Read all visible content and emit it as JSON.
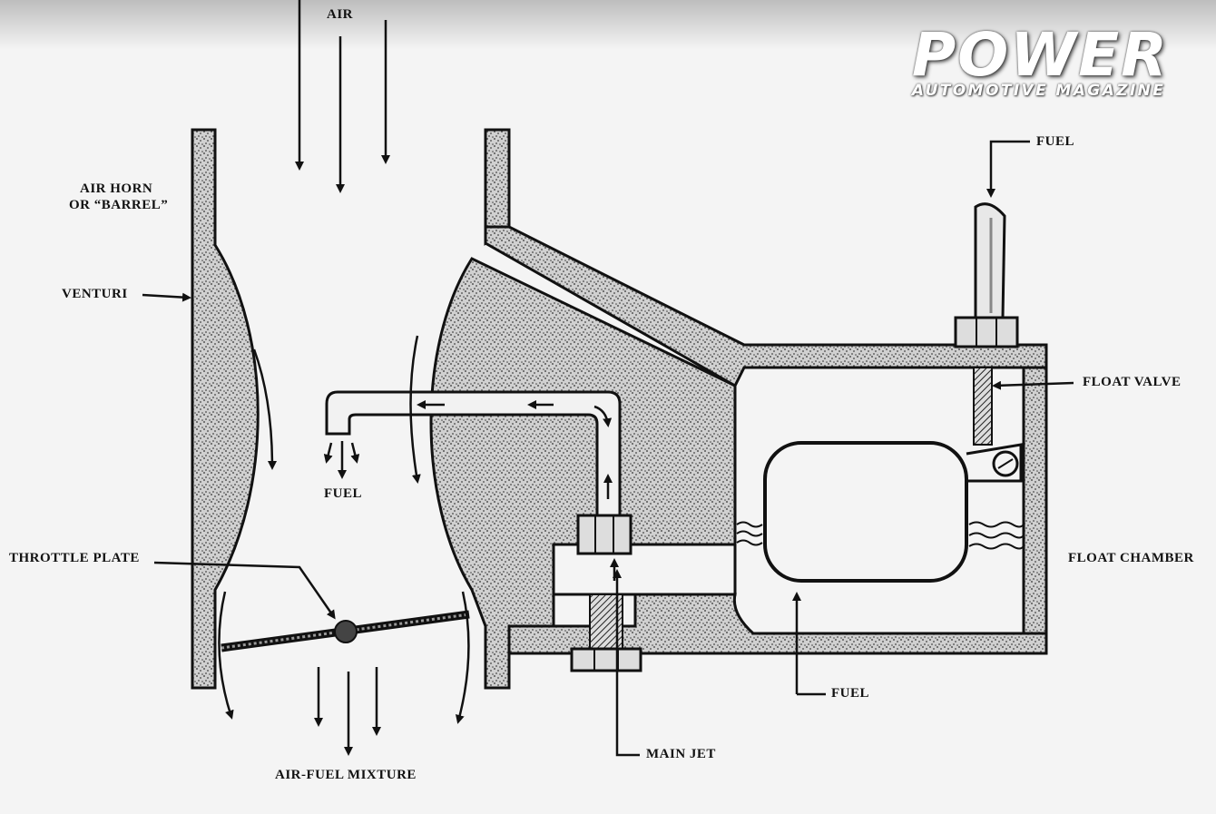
{
  "brand": {
    "title": "POWER",
    "subtitle": "AUTOMOTIVE MAGAZINE"
  },
  "labels": {
    "air": "AIR",
    "air_horn": "AIR HORN",
    "air_horn_2": "OR “BARREL”",
    "venturi": "VENTURI",
    "fuel_nozzle": "FUEL",
    "throttle_plate": "THROTTLE PLATE",
    "air_fuel_mixture": "AIR-FUEL MIXTURE",
    "main_jet": "MAIN JET",
    "fuel_bottom": "FUEL",
    "fuel_top": "FUEL",
    "float_valve": "FLOAT VALVE",
    "float_chamber": "FLOAT CHAMBER"
  },
  "colors": {
    "ink": "#111111",
    "stipple": "#9a9a9a",
    "paper": "#f4f4f4"
  }
}
